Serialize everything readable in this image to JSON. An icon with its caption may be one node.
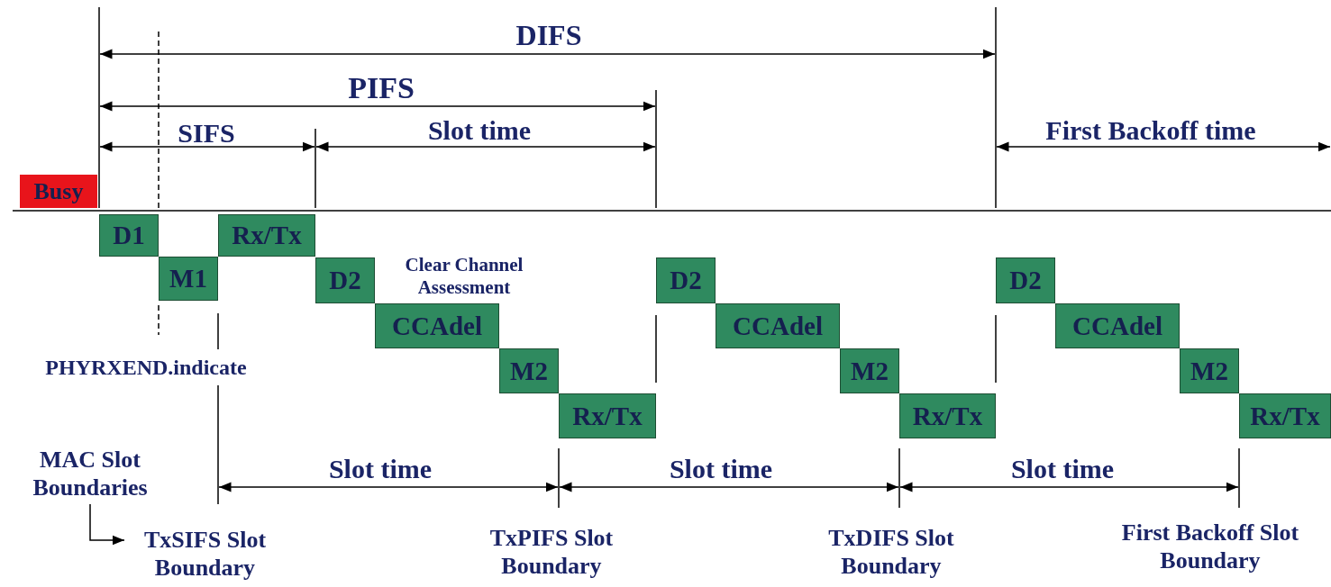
{
  "diagram": {
    "nodes": [
      {
        "text": [
          "Busy"
        ]
      },
      {
        "text": [
          "D1"
        ]
      },
      {
        "text": [
          "M1"
        ]
      },
      {
        "text": [
          "Rx/Tx"
        ]
      },
      {
        "text": [
          "D2"
        ]
      },
      {
        "text": [
          "CCAdel"
        ]
      },
      {
        "text": [
          "M2"
        ]
      },
      {
        "text": [
          "Rx/Tx"
        ]
      },
      {
        "text": [
          "D2"
        ]
      },
      {
        "text": [
          "CCAdel"
        ]
      },
      {
        "text": [
          "M2"
        ]
      },
      {
        "text": [
          "Rx/Tx"
        ]
      },
      {
        "text": [
          "D2"
        ]
      },
      {
        "text": [
          "CCAdel"
        ]
      },
      {
        "text": [
          "M2"
        ]
      },
      {
        "text": [
          "Rx/Tx"
        ]
      },
      {
        "text": [
          "MAC Slot Boundaries"
        ]
      },
      {
        "text": [
          "TxSIFS Slot Boundary"
        ]
      }
    ],
    "edges": [
      {
        "from": 16,
        "to": 17,
        "arrow": "to"
      }
    ],
    "labels": [
      "DIFS",
      "PIFS",
      "SIFS",
      "Slot time",
      "First Backoff time",
      "Clear Channel Assessment",
      "PHYRXEND.indicate",
      "Slot time",
      "Slot time",
      "Slot time",
      "TxPIFS Slot Boundary",
      "TxDIFS Slot Boundary",
      "First Backoff Slot Boundary"
    ]
  }
}
